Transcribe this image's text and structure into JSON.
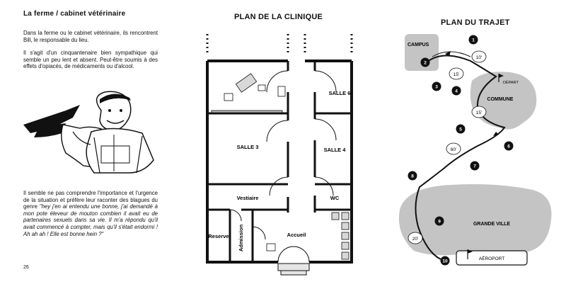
{
  "left": {
    "heading": "La ferme / cabinet vétérinaire",
    "paragraphs": [
      "Dans la ferme ou le cabinet vétérinaire, ils rencontrent Bill, le responsable du lieu.",
      "Il s'agit d'un cinquantenaire bien sympathique qui semble un peu lent et absent. Peut-être soumis à des effets d'opiacés, de médicaments ou d'alcool."
    ],
    "paragraph3_normal": "Il semble ne pas comprendre l'importance et l'urgence de la situation et préfère leur raconter des blagues du genre ",
    "paragraph3_quote": "\"hey j'en ai entendu une bonne, j'ai demandé à mon pote éleveur de mouton combien il avait eu de partenaires sexuels dans sa vie. Il m'a répondu qu'il avait commencé à compter, mais qu'il s'était endormi ! Ah ah ah ! Elle est bonne hein ?\"",
    "page_number": "26",
    "illustration_icon": "farmer-portrait-icon"
  },
  "clinic": {
    "title": "PLAN DE LA CLINIQUE",
    "rooms": {
      "salle6": "SALLE 6",
      "salle3": "SALLE 3",
      "salle4": "SALLE 4",
      "vestiaire": "Vestiaire",
      "wc": "WC",
      "reserve": "Reserve",
      "admission": "Admission",
      "accueil": "Accueil"
    }
  },
  "route": {
    "title": "PLAN DU TRAJET",
    "zones": {
      "campus": "CAMPUS",
      "commune": "COMMUNE",
      "grande_ville": "GRANDE VILLE",
      "aeroport": "AÉROPORT",
      "depart": "DÉPART"
    },
    "waypoints": [
      "1",
      "2",
      "3",
      "4",
      "5",
      "6",
      "7",
      "8",
      "9",
      "10"
    ],
    "durations": [
      "10'",
      "15'",
      "15'",
      "60'",
      "20'"
    ],
    "start_icon": "flag-icon",
    "end_icon": "flag-icon"
  }
}
